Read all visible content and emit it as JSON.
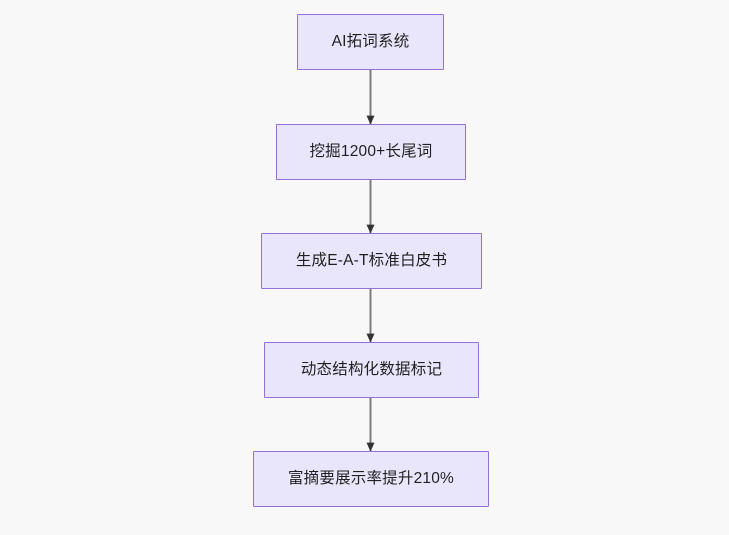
{
  "diagram": {
    "type": "flowchart",
    "orientation": "top-to-bottom",
    "background_color": "#f8f8f8",
    "node_fill_color": "#e9e6fb",
    "node_border_color": "#9270d8",
    "node_text_color": "#1f2020",
    "edge_line_color": "#7c7c7c",
    "edge_arrow_color": "#333333",
    "nodes": [
      {
        "id": "n0",
        "label": "AI拓词系统"
      },
      {
        "id": "n1",
        "label": "挖掘1200+长尾词"
      },
      {
        "id": "n2",
        "label": "生成E-A-T标准白皮书"
      },
      {
        "id": "n3",
        "label": "动态结构化数据标记"
      },
      {
        "id": "n4",
        "label": "富摘要展示率提升210%"
      }
    ],
    "edges": [
      {
        "from": "n0",
        "to": "n1"
      },
      {
        "from": "n1",
        "to": "n2"
      },
      {
        "from": "n2",
        "to": "n3"
      },
      {
        "from": "n3",
        "to": "n4"
      }
    ]
  }
}
